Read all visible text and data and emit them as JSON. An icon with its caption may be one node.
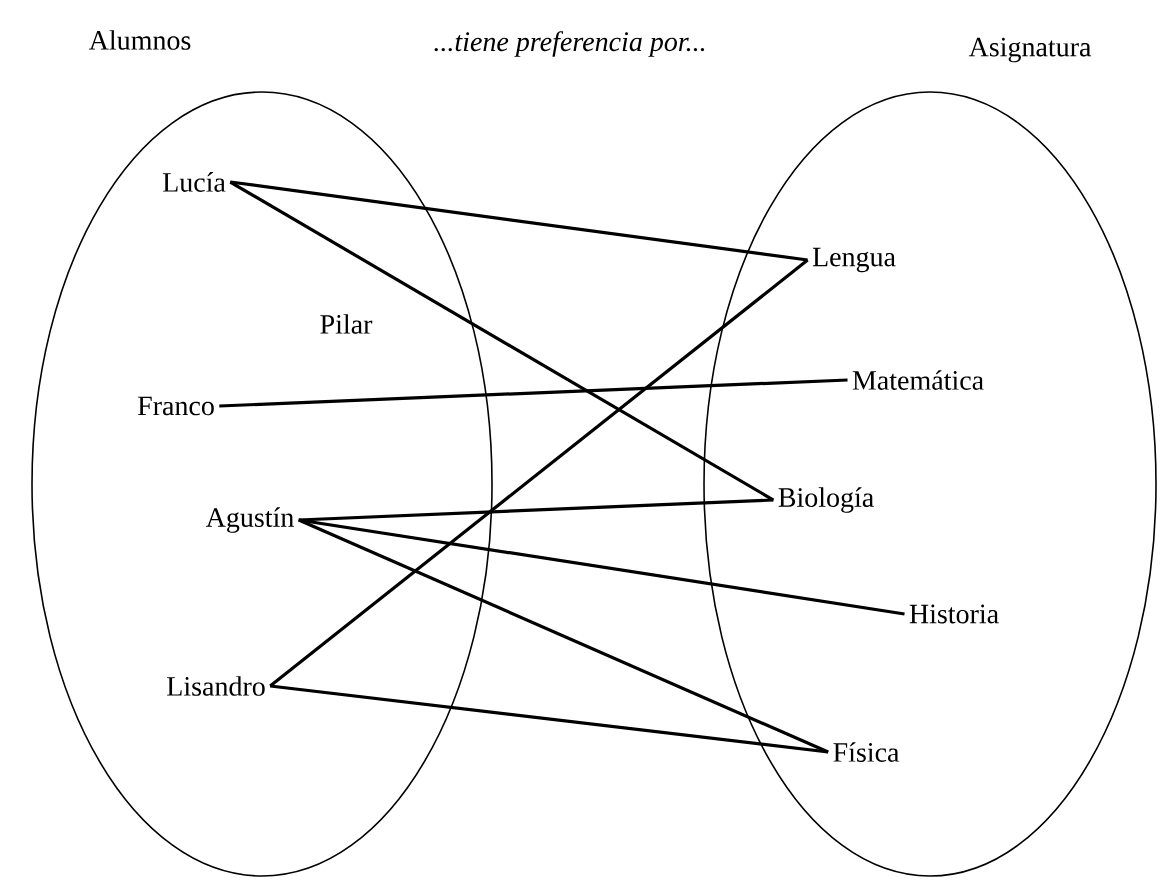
{
  "diagram": {
    "nodes": [
      {
        "text": [
          "Alumnos"
        ]
      },
      {
        "text": [
          "Asignatura"
        ]
      },
      {
        "text": [
          "Lucía"
        ],
        "in": 0
      },
      {
        "text": [
          "Pilar"
        ],
        "in": 0
      },
      {
        "text": [
          "Franco"
        ],
        "in": 0
      },
      {
        "text": [
          "Agustín"
        ],
        "in": 0
      },
      {
        "text": [
          "Lisandro"
        ],
        "in": 0
      },
      {
        "text": [
          "Lengua"
        ],
        "in": 1
      },
      {
        "text": [
          "Matemática"
        ],
        "in": 1
      },
      {
        "text": [
          "Biología"
        ],
        "in": 1
      },
      {
        "text": [
          "Historia"
        ],
        "in": 1
      },
      {
        "text": [
          "Física"
        ],
        "in": 1
      }
    ],
    "edges": [
      {
        "from": 2,
        "to": 7,
        "arrow": "none"
      },
      {
        "from": 2,
        "to": 9,
        "arrow": "none"
      },
      {
        "from": 4,
        "to": 8,
        "arrow": "none"
      },
      {
        "from": 5,
        "to": 9,
        "arrow": "none"
      },
      {
        "from": 5,
        "to": 10,
        "arrow": "none"
      },
      {
        "from": 5,
        "to": 11,
        "arrow": "none"
      },
      {
        "from": 6,
        "to": 7,
        "arrow": "none"
      },
      {
        "from": 6,
        "to": 11,
        "arrow": "none"
      }
    ],
    "labels": [
      "...tiene preferencia por..."
    ]
  }
}
